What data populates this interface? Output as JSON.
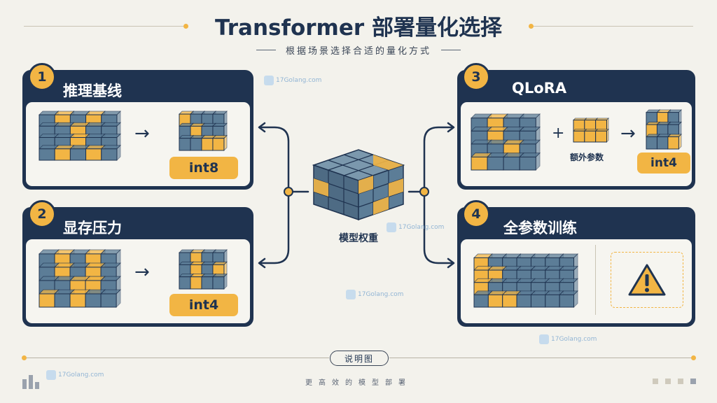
{
  "header": {
    "title": "Transformer 部署量化选择",
    "subtitle": "根据场景选择合适的量化方式"
  },
  "center": {
    "label": "模型权重"
  },
  "cards": [
    {
      "number": "1",
      "title": "推理基线",
      "result": "int8"
    },
    {
      "number": "2",
      "title": "显存压力",
      "result": "int4"
    },
    {
      "number": "3",
      "title": "QLoRA",
      "extra_label": "额外参数",
      "result": "int4"
    },
    {
      "number": "4",
      "title": "全参数训练"
    }
  ],
  "footer": {
    "caption": "说明图",
    "tagline": "更高效的模型部署"
  },
  "watermark": {
    "text": "17Golang.com"
  },
  "colors": {
    "navy": "#1f3350",
    "block_blue": "#5c7d97",
    "block_gold": "#f2b544",
    "background": "#f3f2ec"
  }
}
